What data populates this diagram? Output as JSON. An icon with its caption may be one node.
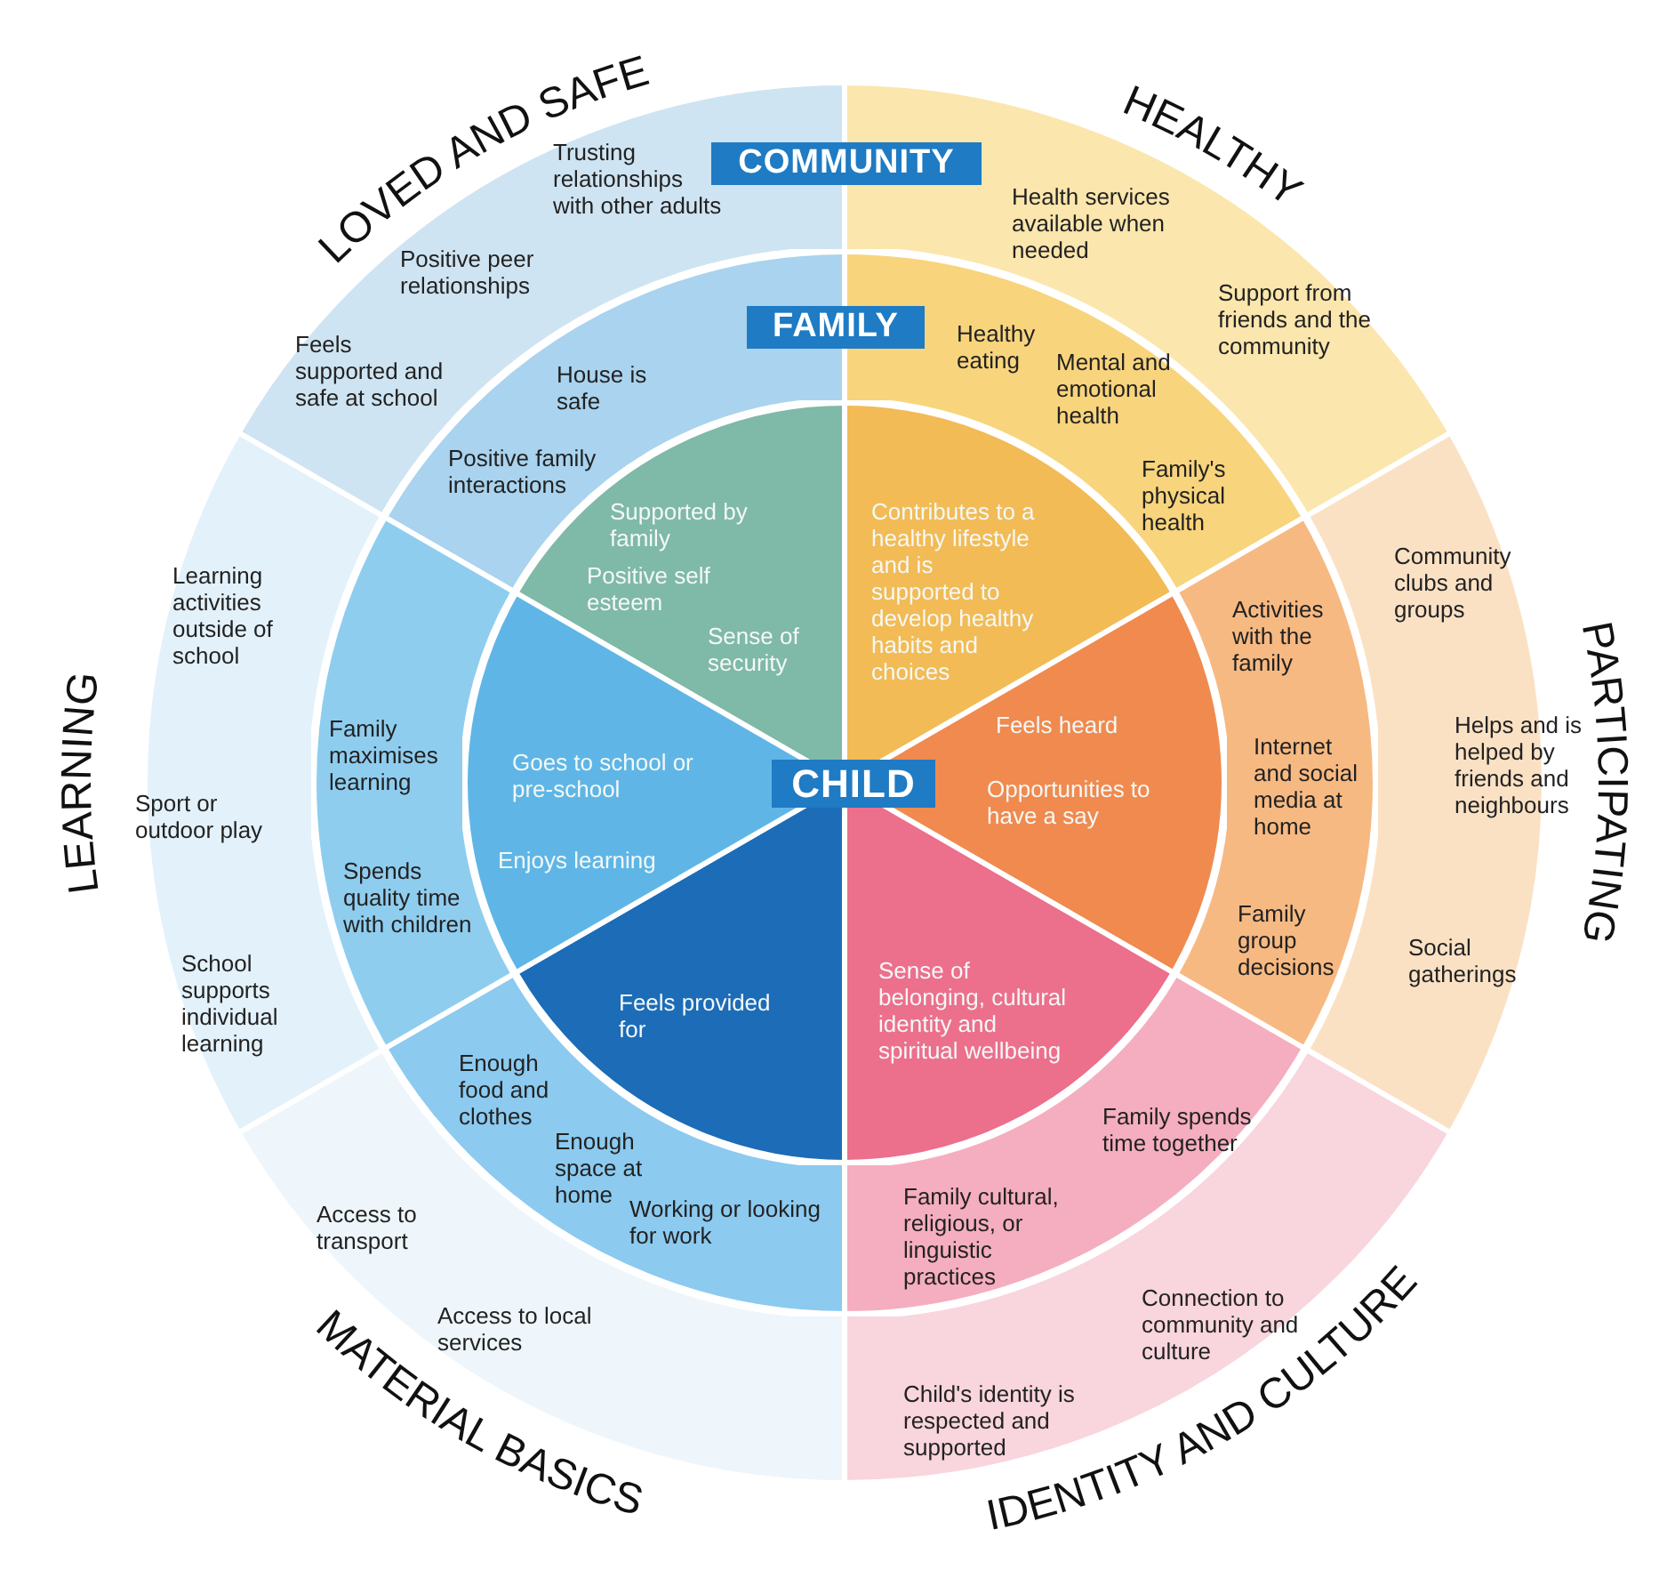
{
  "diagram": {
    "nodes": [
      {
        "text": [
          "COMMUNITY",
          "Trusting relationships with other adults",
          "Positive peer relationships",
          "Feels supported and safe at school",
          "Health services available when needed",
          "Support from friends and the community",
          "Community clubs and groups",
          "Helps and is helped by friends and neighbours",
          "Social gatherings",
          "Connection to community and culture",
          "Child's identity is respected and supported",
          "Access to transport",
          "Access to local services",
          "Learning activities outside of school",
          "Sport or outdoor play",
          "School supports individual learning"
        ]
      },
      {
        "text": [
          "FAMILY",
          "House is safe",
          "Positive family interactions",
          "Healthy eating",
          "Mental and emotional health",
          "Family's physical health",
          "Activities with the family",
          "Internet and social media at home",
          "Family group decisions",
          "Family spends time together",
          "Family cultural, religious, or linguistic practices",
          "Enough food and clothes",
          "Enough space at home",
          "Working or looking for work",
          "Family maximises learning",
          "Spends quality time with children"
        ],
        "in": 0
      },
      {
        "text": [
          "CHILD",
          "Supported by family",
          "Positive self esteem",
          "Sense of security",
          "Contributes to a healthy lifestyle and is supported to develop healthy habits and choices",
          "Feels heard",
          "Opportunities to have a say",
          "Goes to school or pre-school",
          "Enjoys learning",
          "Feels provided for",
          "Sense of belonging, cultural identity and spiritual wellbeing"
        ],
        "in": 1
      }
    ],
    "labels": [
      "LOVED AND SAFE",
      "HEALTHY",
      "LEARNING",
      "PARTICIPATING",
      "MATERIAL BASICS",
      "IDENTITY AND CULTURE"
    ]
  }
}
